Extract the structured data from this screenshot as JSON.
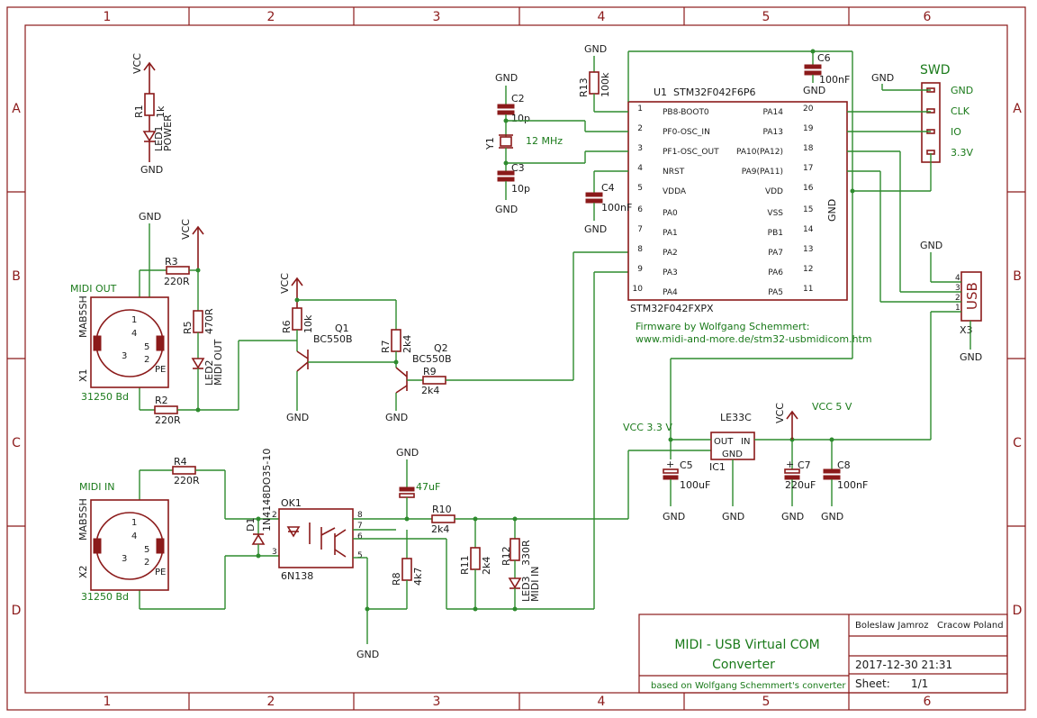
{
  "zones": {
    "cols": [
      "1",
      "2",
      "3",
      "4",
      "5",
      "6"
    ],
    "rows": [
      "A",
      "B",
      "C",
      "D"
    ]
  },
  "labels": {
    "vcc": "VCC",
    "gnd": "GND"
  },
  "components": {
    "R1": {
      "name": "R1",
      "value": "1k"
    },
    "LED1": {
      "name": "LED1",
      "value": "POWER"
    },
    "R3": {
      "name": "R3",
      "value": "220R"
    },
    "R2": {
      "name": "R2",
      "value": "220R"
    },
    "R4": {
      "name": "R4",
      "value": "220R"
    },
    "R5": {
      "name": "R5",
      "value": "470R"
    },
    "LED2": {
      "name": "LED2",
      "value": "MIDI OUT"
    },
    "R6": {
      "name": "R6",
      "value": "10k"
    },
    "Q1": {
      "name": "Q1",
      "value": "BC550B"
    },
    "R7": {
      "name": "R7",
      "value": "2k4"
    },
    "Q2": {
      "name": "Q2",
      "value": "BC550B"
    },
    "R9": {
      "name": "R9",
      "value": "2k4"
    },
    "X1": {
      "name": "X1",
      "value": "MAB5SH",
      "title": "MIDI  OUT",
      "baud": "31250 Bd"
    },
    "X2": {
      "name": "X2",
      "value": "MAB5SH",
      "title": "MIDI  IN",
      "baud": "31250 Bd"
    },
    "D1": {
      "name": "D1",
      "value": "1N4148DO35-10"
    },
    "OK1": {
      "name": "OK1",
      "value": "6N138"
    },
    "C1x": {
      "name": "",
      "value": "47uF"
    },
    "R10": {
      "name": "R10",
      "value": "2k4"
    },
    "R8": {
      "name": "R8",
      "value": "4k7"
    },
    "R11": {
      "name": "R11",
      "value": "2k4"
    },
    "R12": {
      "name": "R12",
      "value": "330R"
    },
    "LED3": {
      "name": "LED3",
      "value": "MIDI IN"
    },
    "R13": {
      "name": "R13",
      "value": "100k"
    },
    "C2": {
      "name": "C2",
      "value": "10p"
    },
    "C3": {
      "name": "C3",
      "value": "10p"
    },
    "Y1": {
      "name": "Y1",
      "value": "12 MHz"
    },
    "C4": {
      "name": "C4",
      "value": "100nF"
    },
    "C6": {
      "name": "C6",
      "value": "100nF"
    },
    "U1": {
      "name": "U1",
      "value": "STM32F042F6P6",
      "package": "STM32F042FXPX"
    },
    "IC1": {
      "name": "IC1",
      "value": "LE33C",
      "out": "OUT",
      "in": "IN",
      "gnd": "GND"
    },
    "C5": {
      "name": "C5",
      "value": "100uF"
    },
    "C7": {
      "name": "C7",
      "value": "220uF"
    },
    "C8": {
      "name": "C8",
      "value": "100nF"
    },
    "X3": {
      "name": "X3",
      "value": "USB"
    }
  },
  "u1_pins_left": [
    {
      "num": "1",
      "name": "PB8-BOOT0"
    },
    {
      "num": "2",
      "name": "PF0-OSC_IN"
    },
    {
      "num": "3",
      "name": "PF1-OSC_OUT"
    },
    {
      "num": "4",
      "name": "NRST"
    },
    {
      "num": "5",
      "name": "VDDA"
    },
    {
      "num": "6",
      "name": "PA0"
    },
    {
      "num": "7",
      "name": "PA1"
    },
    {
      "num": "8",
      "name": "PA2"
    },
    {
      "num": "9",
      "name": "PA3"
    },
    {
      "num": "10",
      "name": "PA4"
    }
  ],
  "u1_pins_right": [
    {
      "num": "20",
      "name": "PA14"
    },
    {
      "num": "19",
      "name": "PA13"
    },
    {
      "num": "18",
      "name": "PA10(PA12)"
    },
    {
      "num": "17",
      "name": "PA9(PA11)"
    },
    {
      "num": "16",
      "name": "VDD"
    },
    {
      "num": "15",
      "name": "VSS"
    },
    {
      "num": "14",
      "name": "PB1"
    },
    {
      "num": "13",
      "name": "PA7"
    },
    {
      "num": "12",
      "name": "PA6"
    },
    {
      "num": "11",
      "name": "PA5"
    }
  ],
  "swd": {
    "title": "SWD",
    "pins": [
      "GND",
      "CLK",
      "IO",
      "3.3V"
    ]
  },
  "usb_pins": [
    "4",
    "3",
    "2",
    "1"
  ],
  "opto_pins": [
    "2",
    "3",
    "8",
    "7",
    "6",
    "5"
  ],
  "notes": {
    "firmware1": "Firmware by Wolfgang Schemmert:",
    "firmware2": "www.midi-and-more.de/stm32-usbmidicom.htm",
    "vcc33": "VCC 3.3 V",
    "vcc5": "VCC 5 V"
  },
  "titleblock": {
    "author": "Boleslaw Jamroz",
    "location": "Cracow Poland",
    "title1": "MIDI - USB Virtual COM",
    "title2": "Converter",
    "based": "based on Wolfgang Schemmert's converter",
    "date": "2017-12-30 21:31",
    "sheet_label": "Sheet:",
    "sheet": "1/1"
  },
  "colors": {
    "frame": "#8b1a1a",
    "wire": "#2e8b2e",
    "text": "#1a1a1a",
    "note": "#1a7a1a"
  }
}
